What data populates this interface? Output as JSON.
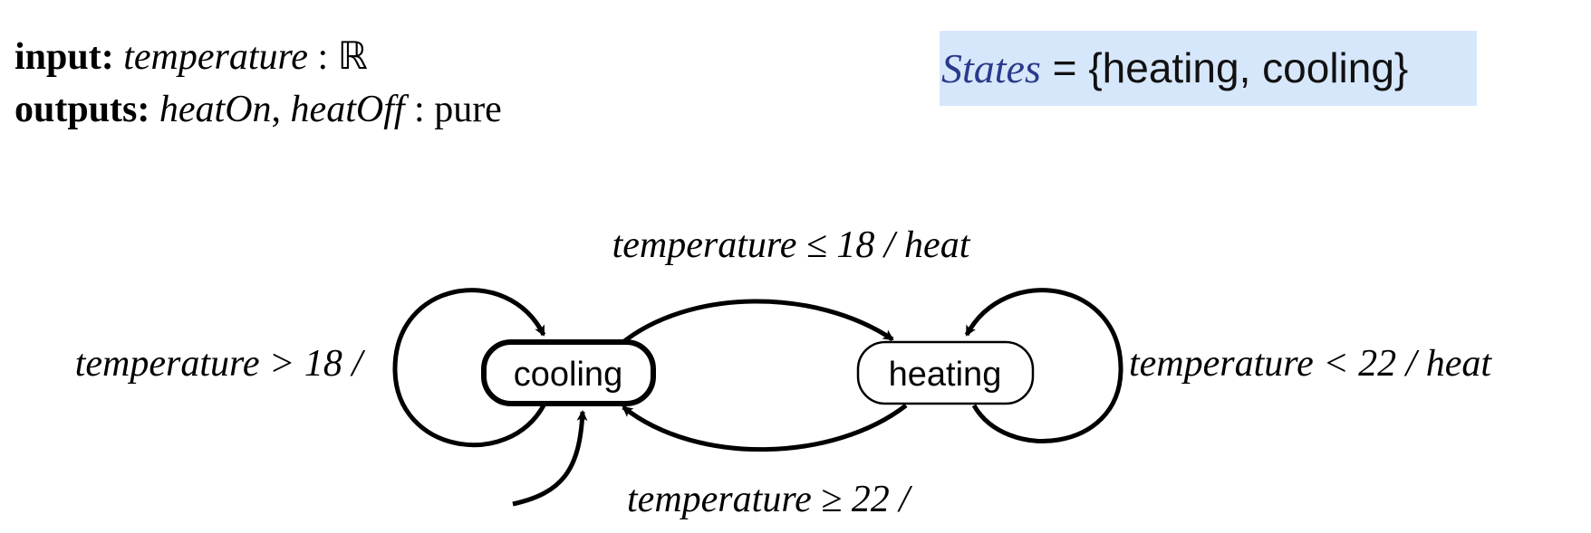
{
  "declarations": {
    "input_keyword": "input:",
    "input_name": "temperature",
    "input_type": " : ℝ",
    "outputs_keyword": "outputs:",
    "output_1": "heatOn",
    "output_sep": ", ",
    "output_2": "heatOff",
    "output_type": " : pure"
  },
  "states_set": {
    "name": "States",
    "value": " = {heating, cooling}"
  },
  "states": [
    {
      "name": "cooling",
      "initial": true
    },
    {
      "name": "heating",
      "initial": false
    }
  ],
  "transitions": [
    {
      "from": "cooling",
      "to": "heating",
      "label": "temperature ≤ 18 / heat"
    },
    {
      "from": "heating",
      "to": "cooling",
      "label": "temperature ≥ 22 /"
    },
    {
      "from": "cooling",
      "to": "cooling",
      "label": "temperature > 18 /"
    },
    {
      "from": "heating",
      "to": "heating",
      "label": "temperature < 22 / heat"
    }
  ]
}
